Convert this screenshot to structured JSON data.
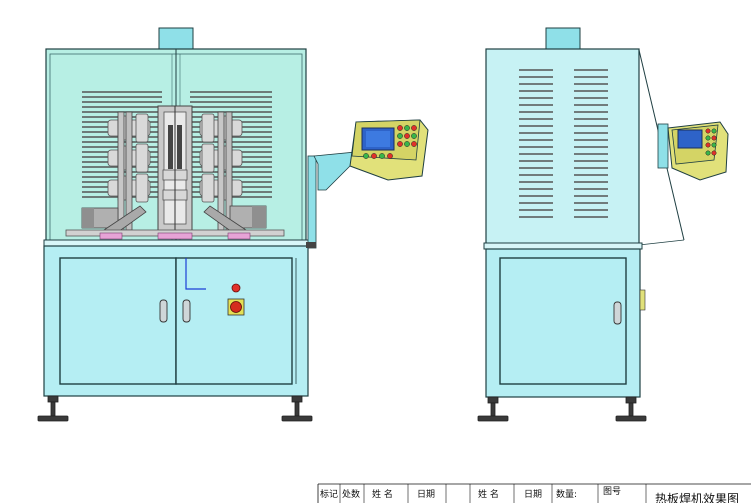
{
  "drawing": {
    "title": "热板焊机效果图",
    "title_block": {
      "cells": [
        "标记",
        "处数",
        "姓  名",
        "日期",
        "姓  名",
        "日期",
        "数量:",
        "图号"
      ]
    }
  },
  "colors": {
    "guard_glass": "#b7efe4",
    "cabinet": "#b5eef3",
    "cabinet_side": "#c7f2f4",
    "outline": "#1f3f42",
    "stand_arm": "#8fe0e8",
    "control_box": "#e1e17a",
    "screen": "#2e63c8",
    "button_red": "#e0312a",
    "button_green": "#39b54a",
    "estop_red": "#d52b1e",
    "base_feet": "#3a3a3a",
    "mechanism_gray": "#c9c9c9",
    "mechanism_dark": "#6d6d6d",
    "pink_fixture": "#e6a3d6",
    "wire_blue": "#1c3fd6"
  },
  "views": {
    "front": {
      "name": "front-view"
    },
    "side": {
      "name": "side-view"
    }
  }
}
